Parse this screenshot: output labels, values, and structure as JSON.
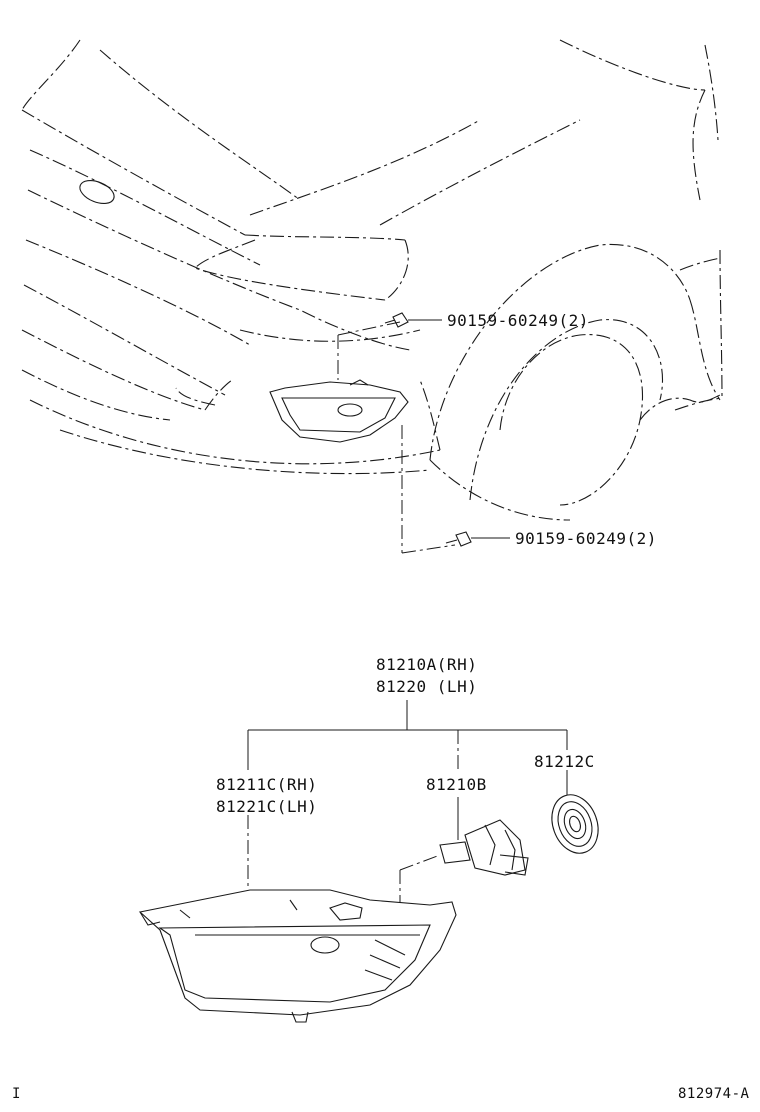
{
  "labels": {
    "bolt_upper": "90159-60249(2)",
    "bolt_lower": "90159-60249(2)",
    "assembly_rh": "81210A(RH)",
    "assembly_lh": "81220  (LH)",
    "housing_rh": "81211C(RH)",
    "housing_lh": "81221C(LH)",
    "bulb": "81210B",
    "socket_cover": "81212C",
    "corner_left": "I",
    "drawing_number": "812974-A"
  }
}
